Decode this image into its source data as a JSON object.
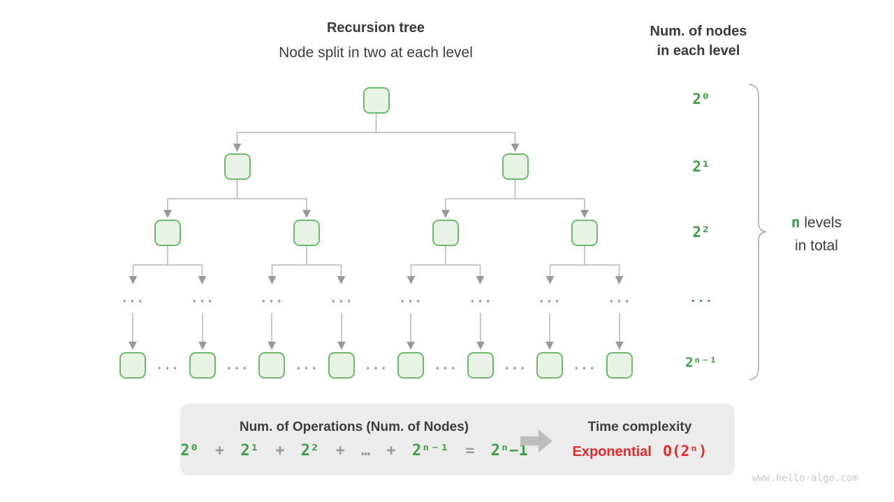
{
  "header": {
    "title": "Recursion tree",
    "subtitle": "Node split in two at each level",
    "right_title_line1": "Num. of nodes",
    "right_title_line2": "in each level"
  },
  "levels": {
    "counts": [
      "2⁰",
      "2¹",
      "2²",
      "...",
      "2ⁿ⁻¹"
    ]
  },
  "brace_caption": {
    "n": "n",
    "levels_word": "levels",
    "line2": "in total"
  },
  "tree": {
    "ellipsis": "..."
  },
  "legend": {
    "operations_title": "Num. of Operations (Num. of Nodes)",
    "equation": [
      "2⁰",
      "+",
      "2¹",
      "+",
      "2²",
      "+",
      "…",
      "+",
      "2ⁿ⁻¹",
      "=",
      "2ⁿ−1"
    ],
    "arrow_icon": "right-arrow",
    "time_title": "Time complexity",
    "complexity_label": "Exponential",
    "complexity_value": "O(2ⁿ)"
  },
  "watermark": "www.hello-algo.com",
  "colors": {
    "green": "#3f9d47",
    "node_fill": "#e9f3e5",
    "node_border": "#6cb96c",
    "connector_gray": "#b4b4b4",
    "arrow_gray": "#999999",
    "legend_bg": "#ececec",
    "red": "#e82a2b",
    "dark_text": "#3d3d3d"
  }
}
